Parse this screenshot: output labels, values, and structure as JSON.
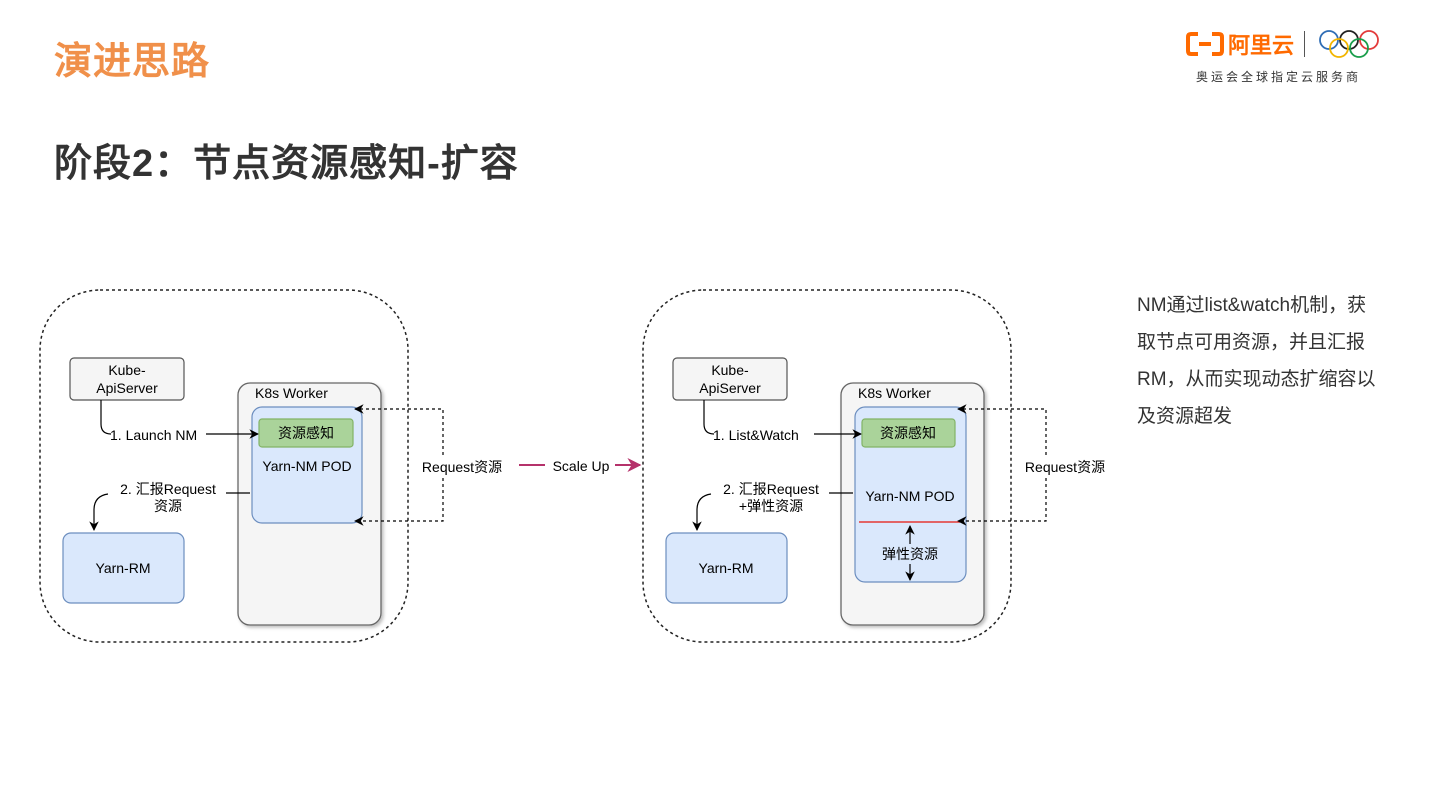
{
  "header": {
    "section_title": "演进思路",
    "slide_title": "阶段2：节点资源感知-扩容"
  },
  "logo": {
    "brand": "阿里云",
    "tagline": "奥运会全球指定云服务商"
  },
  "left_diagram": {
    "apiserver_line1": "Kube-",
    "apiserver_line2": "ApiServer",
    "worker_title": "K8s Worker",
    "perception_label": "资源感知",
    "pod_label": "Yarn-NM POD",
    "rm_label": "Yarn-RM",
    "launch_label": "1. Launch NM",
    "report_line1": "2. 汇报Request",
    "report_line2": "资源",
    "request_label": "Request资源"
  },
  "transition": {
    "label": "Scale Up"
  },
  "right_diagram": {
    "apiserver_line1": "Kube-",
    "apiserver_line2": "ApiServer",
    "worker_title": "K8s Worker",
    "perception_label": "资源感知",
    "pod_label": "Yarn-NM POD",
    "elastic_label": "弹性资源",
    "rm_label": "Yarn-RM",
    "watch_label": "1. List&Watch",
    "report_line1": "2. 汇报Request",
    "report_line2": "+弹性资源",
    "request_label": "Request资源"
  },
  "description": {
    "line1": "NM通过list&watch机制，获",
    "line2": "取节点可用资源，并且汇报",
    "line3": "RM，从而实现动态扩缩容以",
    "line4": "及资源超发"
  },
  "colors": {
    "section_title": "#f0904a",
    "slide_title": "#333333",
    "brand_orange": "#ff6a00",
    "pod_fill": "#dae8fc",
    "pod_stroke": "#6c8ebf",
    "perception_fill": "#aad39a",
    "perception_stroke": "#82b366",
    "worker_fill": "#f5f5f5",
    "worker_stroke": "#666666",
    "scale_arrow": "#b5326b",
    "elastic_line": "#e53935"
  }
}
